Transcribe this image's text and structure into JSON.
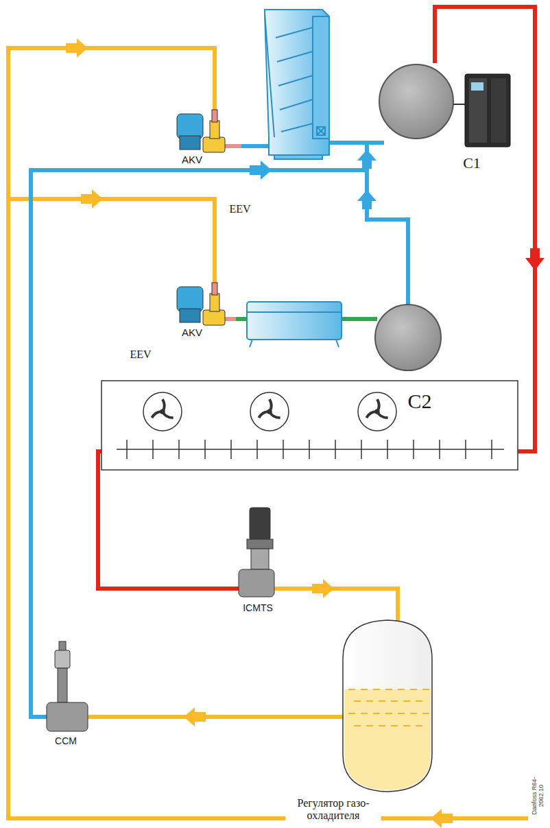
{
  "diagram": {
    "labels": [
      "AKV",
      "C1",
      "EEV",
      "AKV",
      "EEV",
      "C2",
      "ICMTS",
      "CCM",
      "Регулятор газо- охладителя",
      "Danfoss R64-2062.10"
    ]
  }
}
